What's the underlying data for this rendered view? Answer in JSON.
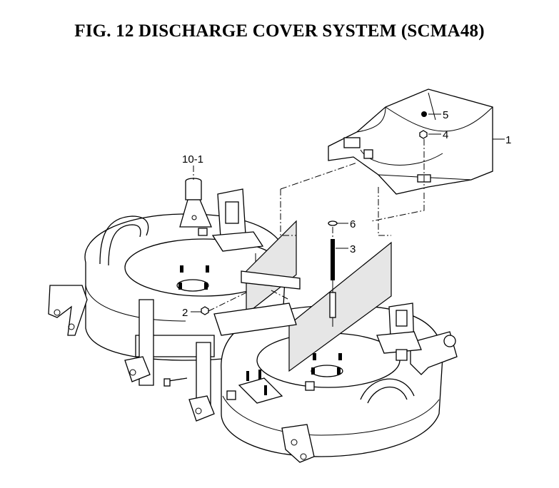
{
  "figure": {
    "title": "FIG. 12  DISCHARGE COVER SYSTEM (SCMA48)"
  },
  "callouts": [
    {
      "id": "part-1",
      "label": "1"
    },
    {
      "id": "part-2",
      "label": "2"
    },
    {
      "id": "part-3",
      "label": "3"
    },
    {
      "id": "part-4",
      "label": "4"
    },
    {
      "id": "part-5",
      "label": "5"
    },
    {
      "id": "part-6",
      "label": "6"
    },
    {
      "id": "part-10-1",
      "label": "10-1"
    }
  ]
}
